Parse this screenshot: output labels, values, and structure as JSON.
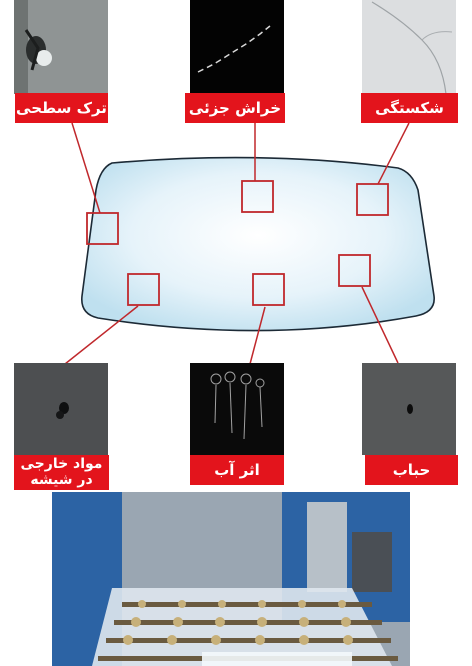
{
  "defects": {
    "surface_crack": "ترک سطحی",
    "minor_scratch": "خراش جزئی",
    "breakage": "شکستگی",
    "foreign_material": "مواد خارجی در شیشه",
    "water_mark": "اثر آب",
    "bubble": "حباب"
  },
  "colors": {
    "label_bg": "#e3141c",
    "connector": "#c0282c",
    "glass": "#d6ecf6"
  }
}
